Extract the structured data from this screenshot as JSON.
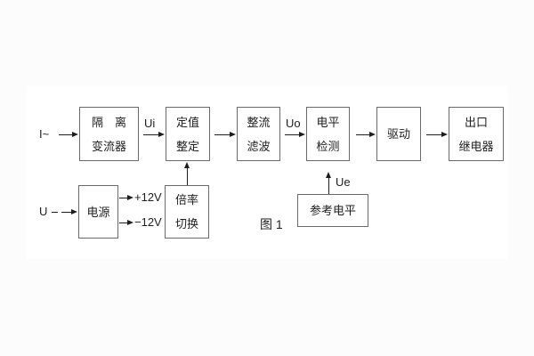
{
  "figure": {
    "caption": "图 1",
    "colors": {
      "line": "#1e1e1e",
      "box_border": "#6a6a6a",
      "text": "#1e1e1e",
      "canvas": "#ffffff",
      "page": "#fcfcfc"
    }
  },
  "diagram": {
    "type": "block-diagram",
    "blocks": {
      "isolation_transformer": {
        "line1": "隔　离",
        "line2": "变流器"
      },
      "setting_adjust": {
        "line1": "定值",
        "line2": "整定"
      },
      "rectifier_filter": {
        "line1": "整流",
        "line2": "滤波"
      },
      "level_detect": {
        "line1": "电平",
        "line2": "检测"
      },
      "driver": {
        "line1": "驱动"
      },
      "output_relay": {
        "line1": "出口",
        "line2": "继电器"
      },
      "power_supply": {
        "line1": "电源"
      },
      "ratio_switch": {
        "line1": "倍率",
        "line2": "切换"
      },
      "reference_level": {
        "line1": "参考电平"
      }
    },
    "labels": {
      "input_current": "I~",
      "input_voltage": "U",
      "ui": "Ui",
      "uo": "Uo",
      "ue": "Ue",
      "plus12v": "+12V",
      "minus12v": "−12V"
    }
  }
}
